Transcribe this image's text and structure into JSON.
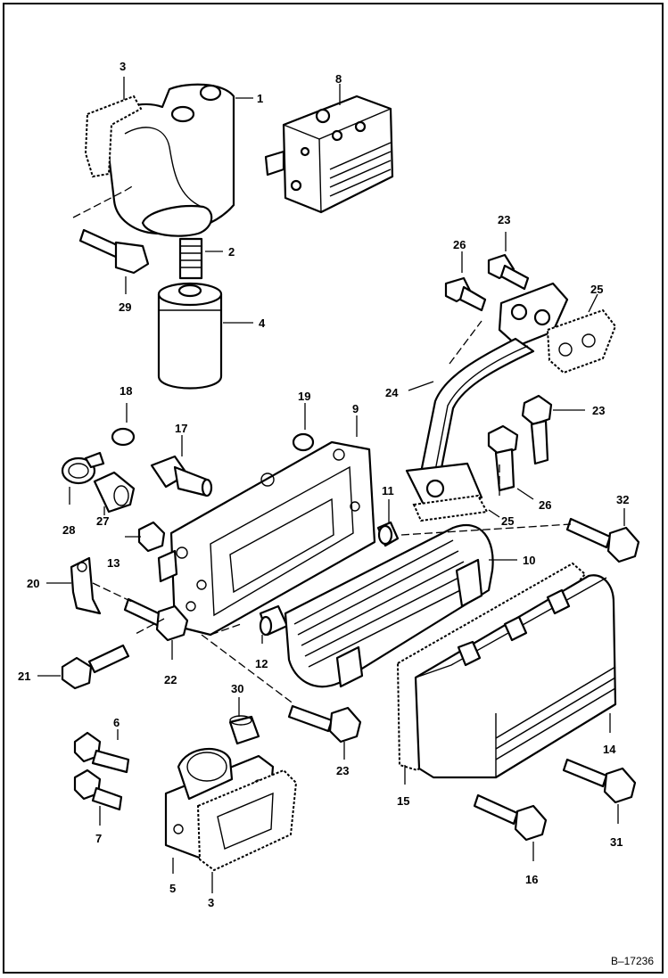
{
  "diagram": {
    "reference_code": "B–17236",
    "labels": [
      {
        "id": "lbl-1",
        "text": "1"
      },
      {
        "id": "lbl-2",
        "text": "2"
      },
      {
        "id": "lbl-3a",
        "text": "3"
      },
      {
        "id": "lbl-3b",
        "text": "3"
      },
      {
        "id": "lbl-4",
        "text": "4"
      },
      {
        "id": "lbl-5",
        "text": "5"
      },
      {
        "id": "lbl-6",
        "text": "6"
      },
      {
        "id": "lbl-7",
        "text": "7"
      },
      {
        "id": "lbl-8",
        "text": "8"
      },
      {
        "id": "lbl-9",
        "text": "9"
      },
      {
        "id": "lbl-10",
        "text": "10"
      },
      {
        "id": "lbl-11",
        "text": "11"
      },
      {
        "id": "lbl-12",
        "text": "12"
      },
      {
        "id": "lbl-13",
        "text": "13"
      },
      {
        "id": "lbl-14",
        "text": "14"
      },
      {
        "id": "lbl-15",
        "text": "15"
      },
      {
        "id": "lbl-16",
        "text": "16"
      },
      {
        "id": "lbl-17",
        "text": "17"
      },
      {
        "id": "lbl-18",
        "text": "18"
      },
      {
        "id": "lbl-19",
        "text": "19"
      },
      {
        "id": "lbl-20",
        "text": "20"
      },
      {
        "id": "lbl-21",
        "text": "21"
      },
      {
        "id": "lbl-22",
        "text": "22"
      },
      {
        "id": "lbl-23a",
        "text": "23"
      },
      {
        "id": "lbl-23b",
        "text": "23"
      },
      {
        "id": "lbl-23c",
        "text": "23"
      },
      {
        "id": "lbl-24",
        "text": "24"
      },
      {
        "id": "lbl-25a",
        "text": "25"
      },
      {
        "id": "lbl-25b",
        "text": "25"
      },
      {
        "id": "lbl-26a",
        "text": "26"
      },
      {
        "id": "lbl-26b",
        "text": "26"
      },
      {
        "id": "lbl-27",
        "text": "27"
      },
      {
        "id": "lbl-28",
        "text": "28"
      },
      {
        "id": "lbl-29",
        "text": "29"
      },
      {
        "id": "lbl-30",
        "text": "30"
      },
      {
        "id": "lbl-31",
        "text": "31"
      },
      {
        "id": "lbl-32",
        "text": "32"
      }
    ]
  }
}
